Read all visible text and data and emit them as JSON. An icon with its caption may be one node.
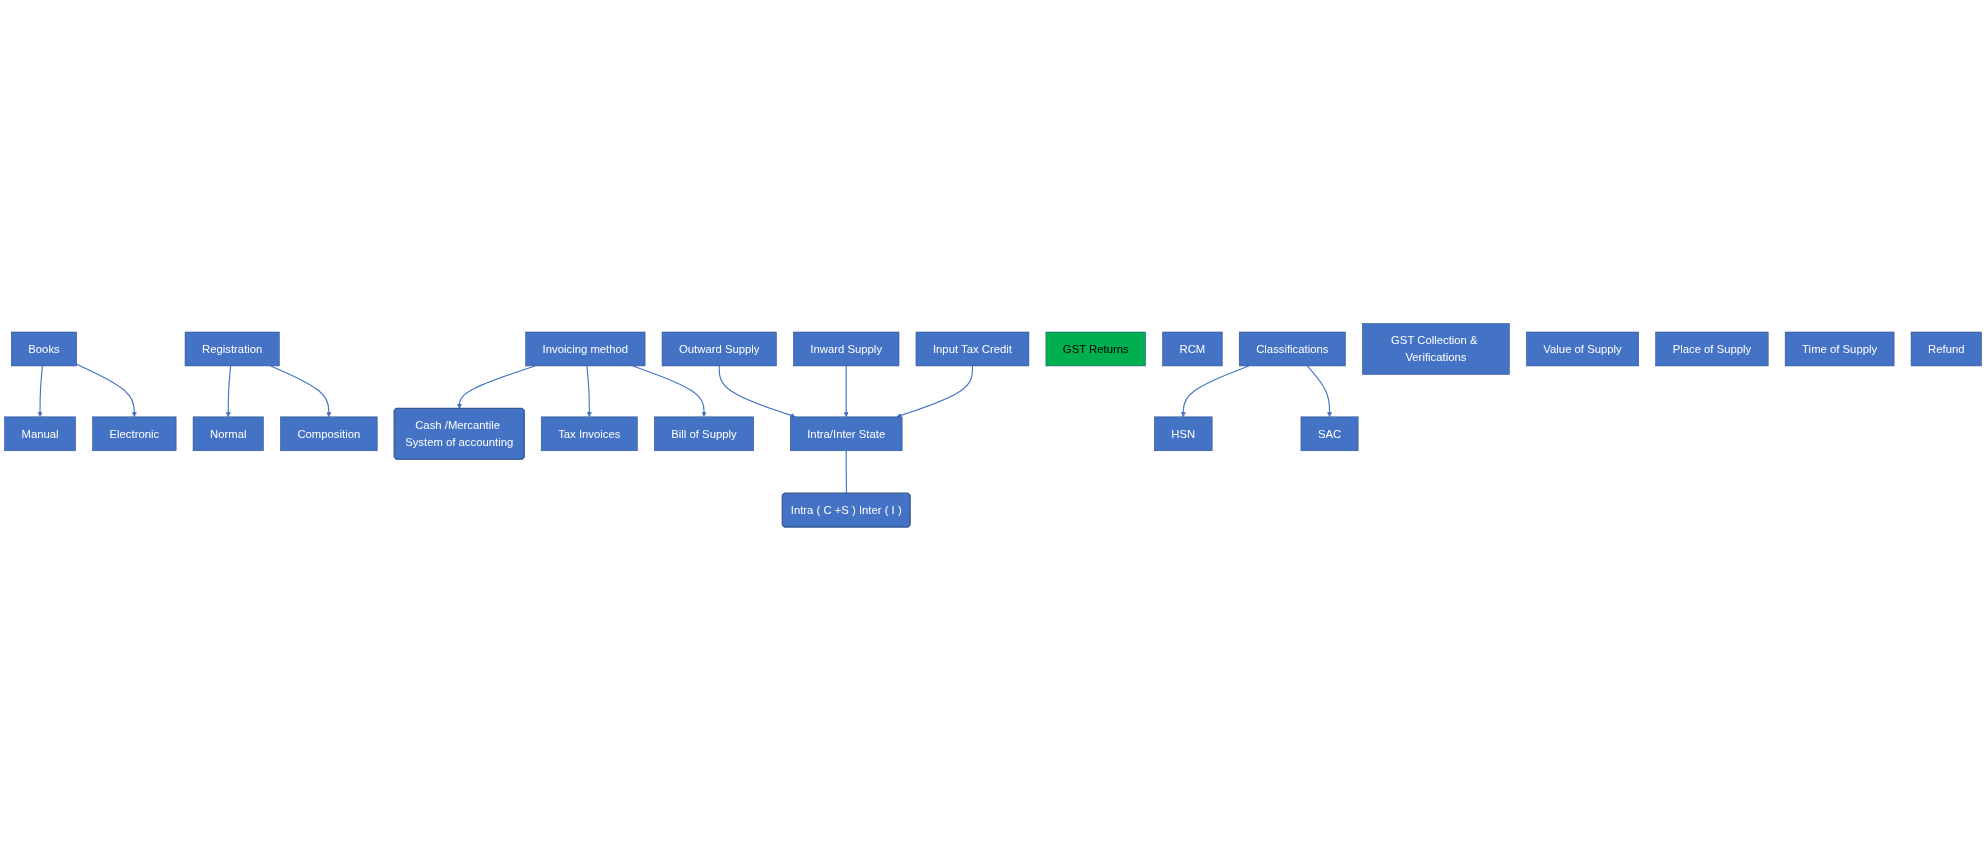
{
  "diagram": {
    "nodes": [
      {
        "text": [
          "Books"
        ]
      },
      {
        "text": [
          "Registration"
        ]
      },
      {
        "text": [
          "Invoicing method"
        ]
      },
      {
        "text": [
          "Outward Supply"
        ]
      },
      {
        "text": [
          "Inward Supply"
        ]
      },
      {
        "text": [
          "Input Tax Credit"
        ]
      },
      {
        "text": [
          "GST Returns"
        ]
      },
      {
        "text": [
          "Manual"
        ]
      },
      {
        "text": [
          "Electronic"
        ]
      },
      {
        "text": [
          "Normal"
        ]
      },
      {
        "text": [
          "Composition"
        ]
      },
      {
        "text": [
          "Tax Invoices"
        ]
      },
      {
        "text": [
          "Bill of Supply"
        ]
      },
      {
        "text": [
          "Intra/Inter State"
        ]
      },
      {
        "text": [
          "Cash /Mercantile System of accounting"
        ]
      },
      {
        "text": [
          "RCM"
        ]
      },
      {
        "text": [
          "Classifications"
        ]
      },
      {
        "text": [
          "GST Collection & Verifications"
        ]
      },
      {
        "text": [
          "Value of Supply"
        ]
      },
      {
        "text": [
          "Place of Supply"
        ]
      },
      {
        "text": [
          "Time of Supply"
        ]
      },
      {
        "text": [
          "Refund"
        ]
      },
      {
        "text": [
          "HSN"
        ]
      },
      {
        "text": [
          "SAC"
        ]
      },
      {
        "text": [
          "Intra ( C +S ) Inter ( I )"
        ]
      }
    ],
    "edges": [
      {
        "from": 0,
        "to": 7,
        "arrow": "to"
      },
      {
        "from": 0,
        "to": 8,
        "arrow": "to"
      },
      {
        "from": 1,
        "to": 9,
        "arrow": "to"
      },
      {
        "from": 1,
        "to": 10,
        "arrow": "to"
      },
      {
        "from": 2,
        "to": 14,
        "arrow": "to"
      },
      {
        "from": 2,
        "to": 11,
        "arrow": "to"
      },
      {
        "from": 2,
        "to": 12,
        "arrow": "to"
      },
      {
        "from": 3,
        "to": 13,
        "arrow": "to"
      },
      {
        "from": 4,
        "to": 13,
        "arrow": "to"
      },
      {
        "from": 5,
        "to": 13,
        "arrow": "to"
      },
      {
        "from": 16,
        "to": 22,
        "arrow": "to"
      },
      {
        "from": 16,
        "to": 23,
        "arrow": "to"
      },
      {
        "from": 13,
        "to": 24,
        "arrow": "none"
      }
    ]
  }
}
